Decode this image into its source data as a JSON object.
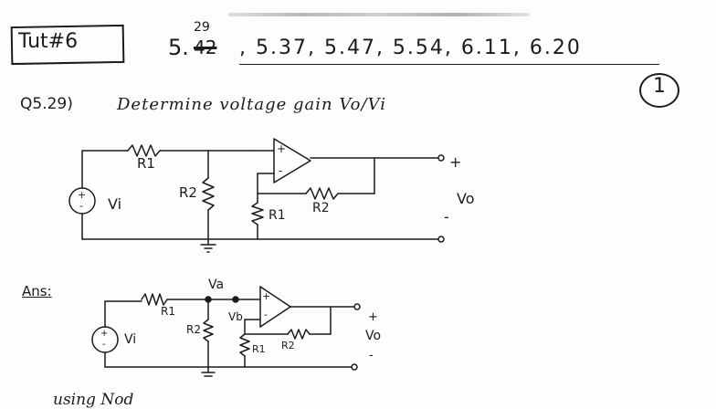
{
  "header": {
    "tut_label": "Tut#6",
    "problems_prefix": "5.",
    "problems_struck": "42",
    "problems_superscript": "29",
    "problems_rest": ", 5.37, 5.47, 5.54, 6.11, 6.20",
    "page_number": "1"
  },
  "question": {
    "number": "Q5.29)",
    "text": "Determine voltage gain Vo/Vi"
  },
  "circuit1": {
    "r1": "R1",
    "r2_shunt": "R2",
    "r1_ground": "R1",
    "r2_feedback": "R2",
    "source": "Vi",
    "output": "Vo",
    "plus_terminal": "+",
    "minus_terminal": "-",
    "opamp_plus": "+",
    "opamp_minus": "-",
    "source_plus": "+",
    "source_minus": "-"
  },
  "answer": {
    "label": "Ans:",
    "va": "Va",
    "vb": "Vb",
    "r1": "R1",
    "r2_shunt": "R2",
    "r1_ground": "R1",
    "r2_feedback": "R2",
    "source": "Vi",
    "output": "Vo",
    "plus_terminal": "+",
    "minus_terminal": "-",
    "opamp_plus": "+",
    "opamp_minus": "-",
    "source_plus": "+",
    "source_minus": "-"
  },
  "footer": {
    "partial_text": "using Nod"
  }
}
